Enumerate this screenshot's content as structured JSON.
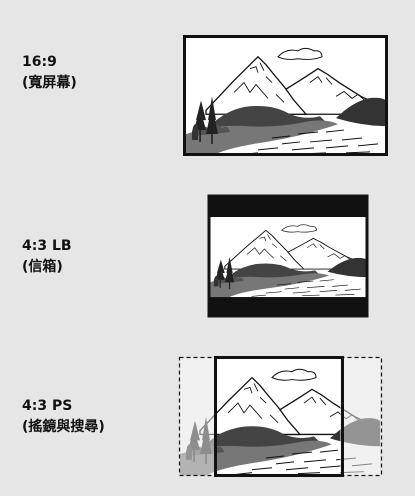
{
  "modes": [
    {
      "name": "16:9",
      "sub": "(寬屏幕)"
    },
    {
      "name": "4:3 LB",
      "sub": "(信箱)"
    },
    {
      "name": "4:3 PS",
      "sub": "(搖鏡與搜尋)"
    }
  ],
  "colors": {
    "background": "#e6e6e6",
    "frame": "#111111",
    "letterbox_bar": "#111111",
    "hill_fill": "#777777",
    "scene_bg": "#ffffff"
  }
}
